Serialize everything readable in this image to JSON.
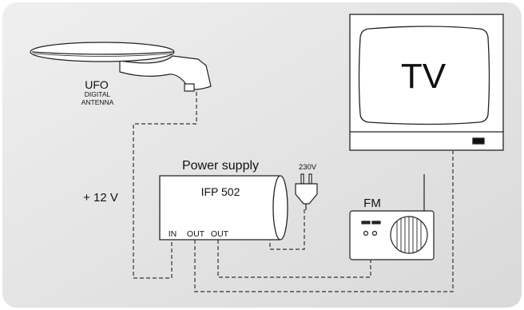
{
  "antenna": {
    "name": "UFO",
    "line2": "DIGITAL",
    "line3": "ANTENNA"
  },
  "tv": {
    "label": "TV"
  },
  "power_supply": {
    "title": "Power supply",
    "model": "IFP 502",
    "port_in": "IN",
    "port_out1": "OUT",
    "port_out2": "OUT"
  },
  "mains": {
    "label": "230V"
  },
  "voltage": {
    "label": "+ 12 V"
  },
  "radio": {
    "label": "FM"
  },
  "colors": {
    "background": "#e6e6e6",
    "frame": "#ffffff",
    "stroke": "#222222",
    "fill": "#ffffff"
  }
}
